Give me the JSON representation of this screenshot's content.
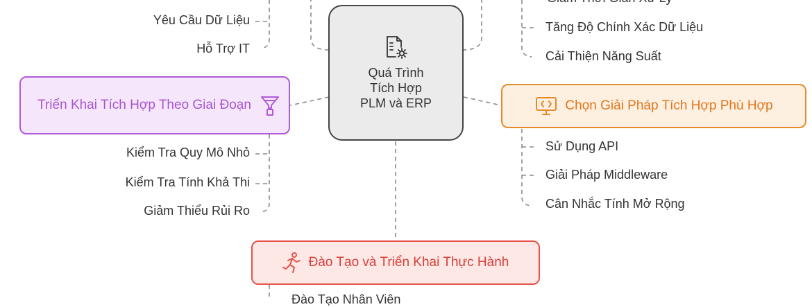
{
  "center": {
    "label_lines": [
      "Quá Trình",
      "Tích Hợp",
      "PLM và ERP"
    ],
    "icon": "document-settings-icon"
  },
  "left_top_items": [
    "Yêu Cầu Dữ Liệu",
    "Hỗ Trợ IT"
  ],
  "right_top_items": [
    "Giảm Thời Gian Xử Lý",
    "Tăng Độ Chính Xác Dữ Liệu",
    "Cải Thiện Năng Suất"
  ],
  "left_node": {
    "label": "Triển Khai Tích Hợp Theo Giai Đoạn",
    "icon": "funnel-icon",
    "color": "#b15bd9"
  },
  "left_items": [
    "Kiểm Tra Quy Mô Nhỏ",
    "Kiểm Tra Tính Khả Thi",
    "Giảm Thiểu Rủi Ro"
  ],
  "right_node": {
    "label": "Chọn Giải Pháp Tích Hợp Phù Hợp",
    "icon": "code-monitor-icon",
    "color": "#e8892b"
  },
  "right_items": [
    "Sử Dụng API",
    "Giải Pháp Middleware",
    "Cân Nhắc Tính Mở Rộng"
  ],
  "bottom_node": {
    "label": "Đào Tạo và Triển Khai Thực Hành",
    "icon": "running-person-icon",
    "color": "#e5534b"
  },
  "bottom_items": [
    "Đào Tạo Nhân Viên"
  ]
}
